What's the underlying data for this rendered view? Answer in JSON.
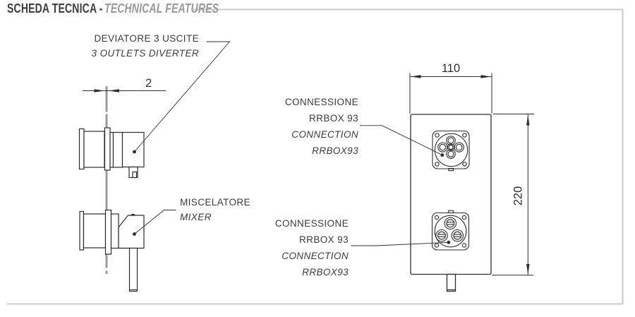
{
  "title": {
    "it": "SCHEDA TECNICA -",
    "en": "TECHNICAL FEATURES"
  },
  "side_view": {
    "diverter_label_it": "DEVIATORE 3 USCITE",
    "diverter_label_en": "3 OUTLETS DIVERTER",
    "mixer_label_it": "MISCELATORE",
    "mixer_label_en": "MIXER",
    "wall_thickness_mm": "2"
  },
  "front_view": {
    "width_mm": "110",
    "height_mm": "220",
    "top_connection": {
      "line1_it": "CONNESSIONE",
      "line2_it": "RRBOX 93",
      "line3_en": "CONNECTION",
      "line4_en": "RRBOX93"
    },
    "bottom_connection": {
      "line1_it": "CONNESSIONE",
      "line2_it": "RRBOX 93",
      "line3_en": "CONNECTION",
      "line4_en": "RRBOX93"
    }
  },
  "colors": {
    "line": "#2d2d2d",
    "wall": "#9b9b9b",
    "frame": "#cbcbcb",
    "title_primary": "#3d3d3d",
    "title_accent": "#999999"
  }
}
